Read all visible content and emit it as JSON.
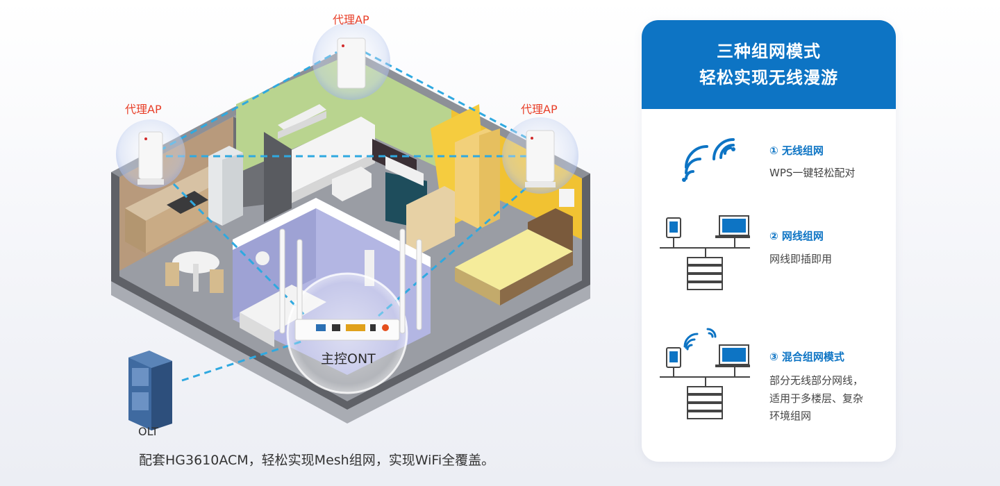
{
  "labels": {
    "ap_left": "代理AP",
    "ap_top": "代理AP",
    "ap_right": "代理AP",
    "ont": "主控ONT",
    "olt": "OLT"
  },
  "caption": "配套HG3610ACM，轻松实现Mesh组网，实现WiFi全覆盖。",
  "panel": {
    "title_line1": "三种组网模式",
    "title_line2": "轻松实现无线漫游",
    "modes": [
      {
        "title": "① 无线组网",
        "desc": [
          "WPS一键轻松配对"
        ],
        "icon": "wifi-signal-icon"
      },
      {
        "title": "② 网线组网",
        "desc": [
          "网线即插即用"
        ],
        "icon": "wired-network-icon"
      },
      {
        "title": "③ 混合组网模式",
        "desc": [
          "部分无线部分网线，",
          "适用于多楼层、复杂",
          "环境组网"
        ],
        "icon": "hybrid-network-icon"
      }
    ]
  },
  "colors": {
    "accent": "#0d74c4",
    "ap_label": "#e8402a",
    "link_dash": "#2fa9e0"
  }
}
